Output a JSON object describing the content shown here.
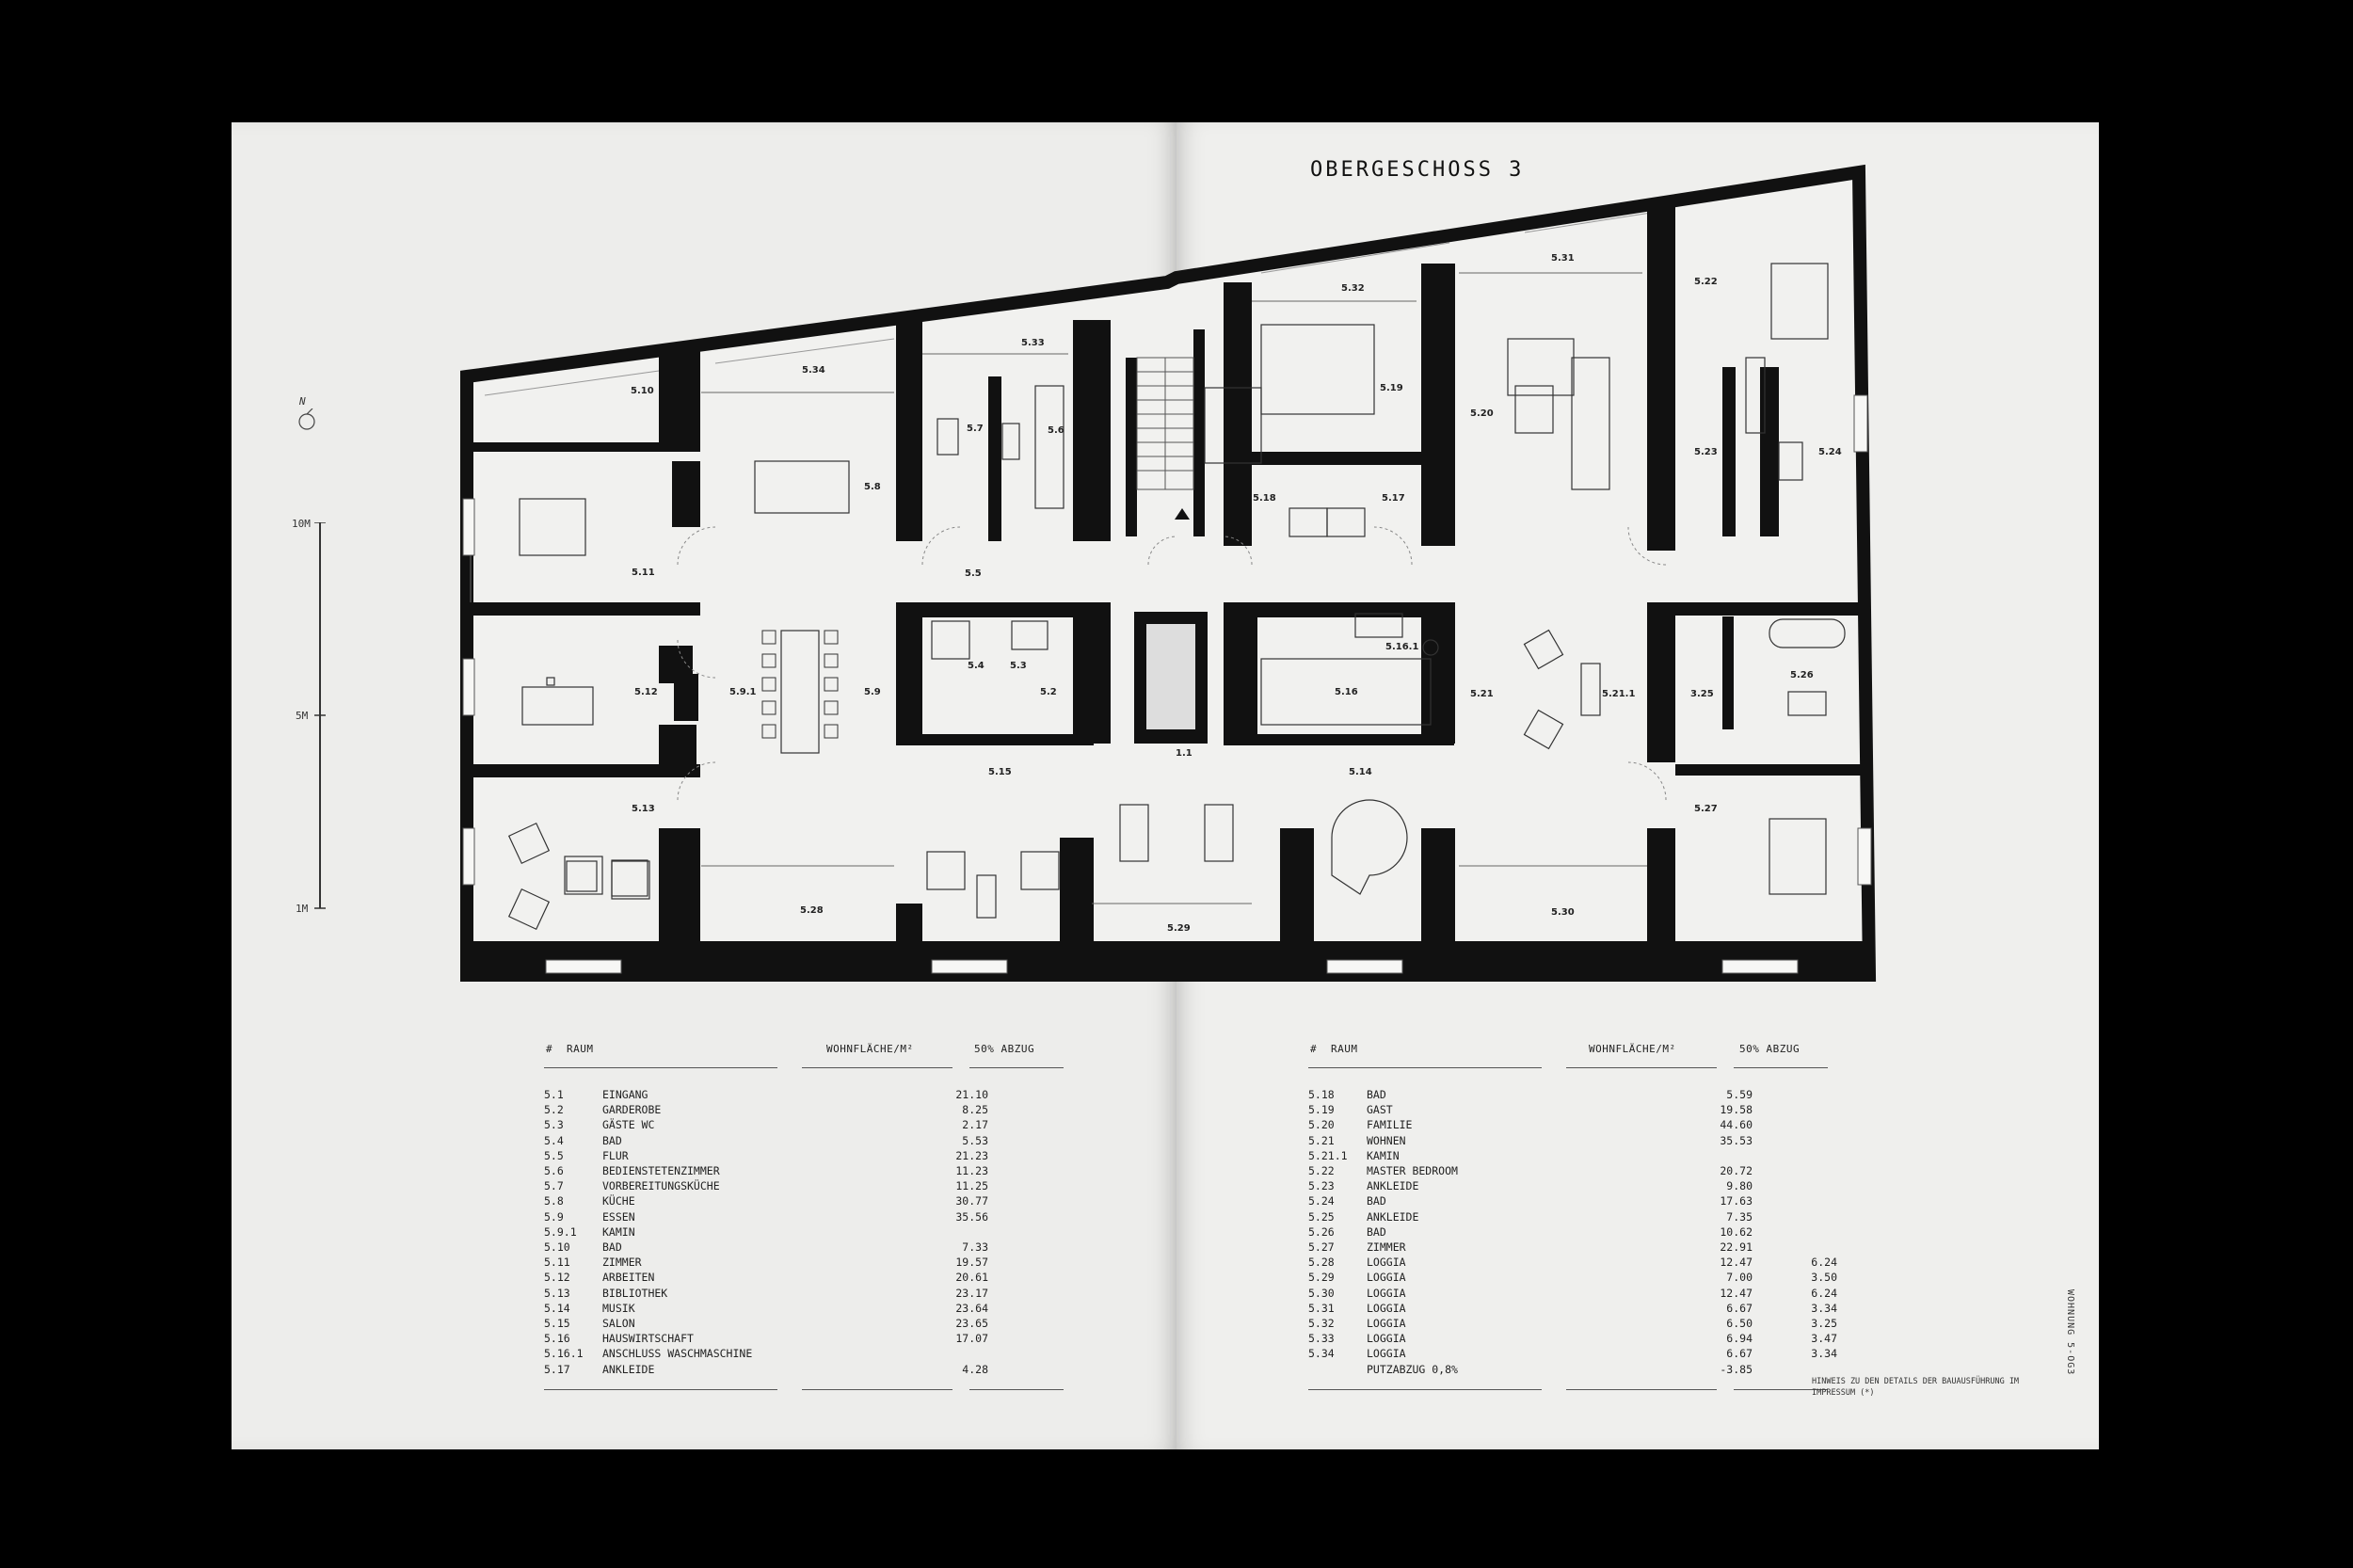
{
  "title": "OBERGESCHOSS 3",
  "north_label": "N",
  "scale": {
    "top": "10M",
    "mid": "5M",
    "bottom": "1M"
  },
  "room_labels": {
    "r510": "5.10",
    "r534": "5.34",
    "r533": "5.33",
    "r57": "5.7",
    "r56": "5.6",
    "r58": "5.8",
    "r511": "5.11",
    "r55": "5.5",
    "r512": "5.12",
    "r591": "5.9.1",
    "r59": "5.9",
    "r54": "5.4",
    "r53": "5.3",
    "r52": "5.2",
    "r513": "5.13",
    "r515": "5.15",
    "r528": "5.28",
    "r529": "5.29",
    "r11": "1.1",
    "r532": "5.32",
    "r519": "5.19",
    "r518": "5.18",
    "r517": "5.17",
    "r531": "5.31",
    "r520": "5.20",
    "r522": "5.22",
    "r523": "5.23",
    "r524": "5.24",
    "r5161": "5.16.1",
    "r516": "5.16",
    "r521": "5.21",
    "r5211": "5.21.1",
    "r325": "3.25",
    "r526": "5.26",
    "r514": "5.14",
    "r527": "5.27",
    "r530": "5.30"
  },
  "table_headers": {
    "num": "#",
    "room": "RAUM",
    "area": "WOHNFLÄCHE/M²",
    "deduction": "50% ABZUG"
  },
  "table_left": [
    {
      "num": "5.1",
      "name": "EINGANG",
      "area": "21.10",
      "ded": ""
    },
    {
      "num": "5.2",
      "name": "GARDEROBE",
      "area": "8.25",
      "ded": ""
    },
    {
      "num": "5.3",
      "name": "GÄSTE WC",
      "area": "2.17",
      "ded": ""
    },
    {
      "num": "5.4",
      "name": "BAD",
      "area": "5.53",
      "ded": ""
    },
    {
      "num": "5.5",
      "name": "FLUR",
      "area": "21.23",
      "ded": ""
    },
    {
      "num": "5.6",
      "name": "BEDIENSTETENZIMMER",
      "area": "11.23",
      "ded": ""
    },
    {
      "num": "5.7",
      "name": "VORBEREITUNGSKÜCHE",
      "area": "11.25",
      "ded": ""
    },
    {
      "num": "5.8",
      "name": "KÜCHE",
      "area": "30.77",
      "ded": ""
    },
    {
      "num": "5.9",
      "name": "ESSEN",
      "area": "35.56",
      "ded": ""
    },
    {
      "num": "5.9.1",
      "name": "KAMIN",
      "area": "",
      "ded": ""
    },
    {
      "num": "5.10",
      "name": "BAD",
      "area": "7.33",
      "ded": ""
    },
    {
      "num": "5.11",
      "name": "ZIMMER",
      "area": "19.57",
      "ded": ""
    },
    {
      "num": "5.12",
      "name": "ARBEITEN",
      "area": "20.61",
      "ded": ""
    },
    {
      "num": "5.13",
      "name": "BIBLIOTHEK",
      "area": "23.17",
      "ded": ""
    },
    {
      "num": "5.14",
      "name": "MUSIK",
      "area": "23.64",
      "ded": ""
    },
    {
      "num": "5.15",
      "name": "SALON",
      "area": "23.65",
      "ded": ""
    },
    {
      "num": "5.16",
      "name": "HAUSWIRTSCHAFT",
      "area": "17.07",
      "ded": ""
    },
    {
      "num": "5.16.1",
      "name": "ANSCHLUSS WASCHMASCHINE",
      "area": "",
      "ded": ""
    },
    {
      "num": "5.17",
      "name": "ANKLEIDE",
      "area": "4.28",
      "ded": ""
    }
  ],
  "table_right": [
    {
      "num": "5.18",
      "name": "BAD",
      "area": "5.59",
      "ded": ""
    },
    {
      "num": "5.19",
      "name": "GAST",
      "area": "19.58",
      "ded": ""
    },
    {
      "num": "5.20",
      "name": "FAMILIE",
      "area": "44.60",
      "ded": ""
    },
    {
      "num": "5.21",
      "name": "WOHNEN",
      "area": "35.53",
      "ded": ""
    },
    {
      "num": "5.21.1",
      "name": "KAMIN",
      "area": "",
      "ded": ""
    },
    {
      "num": "5.22",
      "name": "MASTER BEDROOM",
      "area": "20.72",
      "ded": ""
    },
    {
      "num": "5.23",
      "name": "ANKLEIDE",
      "area": "9.80",
      "ded": ""
    },
    {
      "num": "5.24",
      "name": "BAD",
      "area": "17.63",
      "ded": ""
    },
    {
      "num": "5.25",
      "name": "ANKLEIDE",
      "area": "7.35",
      "ded": ""
    },
    {
      "num": "5.26",
      "name": "BAD",
      "area": "10.62",
      "ded": ""
    },
    {
      "num": "5.27",
      "name": "ZIMMER",
      "area": "22.91",
      "ded": ""
    },
    {
      "num": "5.28",
      "name": "LOGGIA",
      "area": "12.47",
      "ded": "6.24"
    },
    {
      "num": "5.29",
      "name": "LOGGIA",
      "area": "7.00",
      "ded": "3.50"
    },
    {
      "num": "5.30",
      "name": "LOGGIA",
      "area": "12.47",
      "ded": "6.24"
    },
    {
      "num": "5.31",
      "name": "LOGGIA",
      "area": "6.67",
      "ded": "3.34"
    },
    {
      "num": "5.32",
      "name": "LOGGIA",
      "area": "6.50",
      "ded": "3.25"
    },
    {
      "num": "5.33",
      "name": "LOGGIA",
      "area": "6.94",
      "ded": "3.47"
    },
    {
      "num": "5.34",
      "name": "LOGGIA",
      "area": "6.67",
      "ded": "3.34"
    },
    {
      "num": "",
      "name": "PUTZABZUG 0,8%",
      "area": "-3.85",
      "ded": ""
    }
  ],
  "note": "HINWEIS ZU DEN DETAILS DER BAUAUSFÜHRUNG IM IMPRESSUM (*)",
  "side_label": "WOHNUNG 5-OG3"
}
